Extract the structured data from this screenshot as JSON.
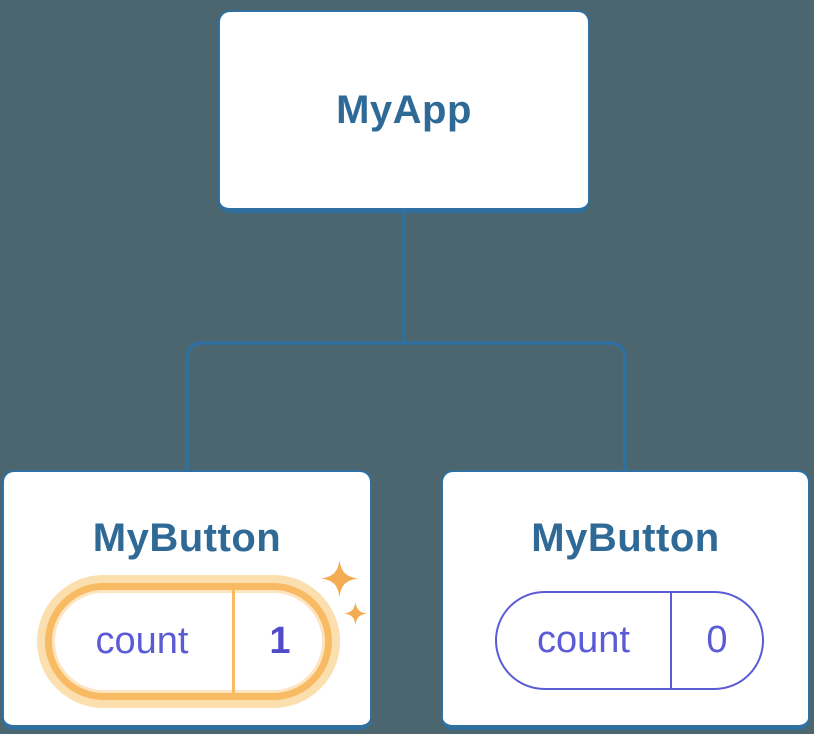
{
  "colors": {
    "background": "#4c666f",
    "node_border": "#2f70a1",
    "node_title_blue": "#2f6a97",
    "connector_blue": "#2f70a1",
    "state_purple": "#5b5bd6",
    "state_value_bold_purple": "#504cc9",
    "highlight_orange": "#f8bb63",
    "highlight_halo_orange": "#fbdfae",
    "sparkle_orange": "#f3ac52"
  },
  "tree": {
    "root": {
      "label": "MyApp"
    },
    "children": [
      {
        "label": "MyButton",
        "state": {
          "key": "count",
          "value": "1"
        },
        "highlighted": true,
        "icon": "sparkle-icon"
      },
      {
        "label": "MyButton",
        "state": {
          "key": "count",
          "value": "0"
        },
        "highlighted": false
      }
    ]
  }
}
